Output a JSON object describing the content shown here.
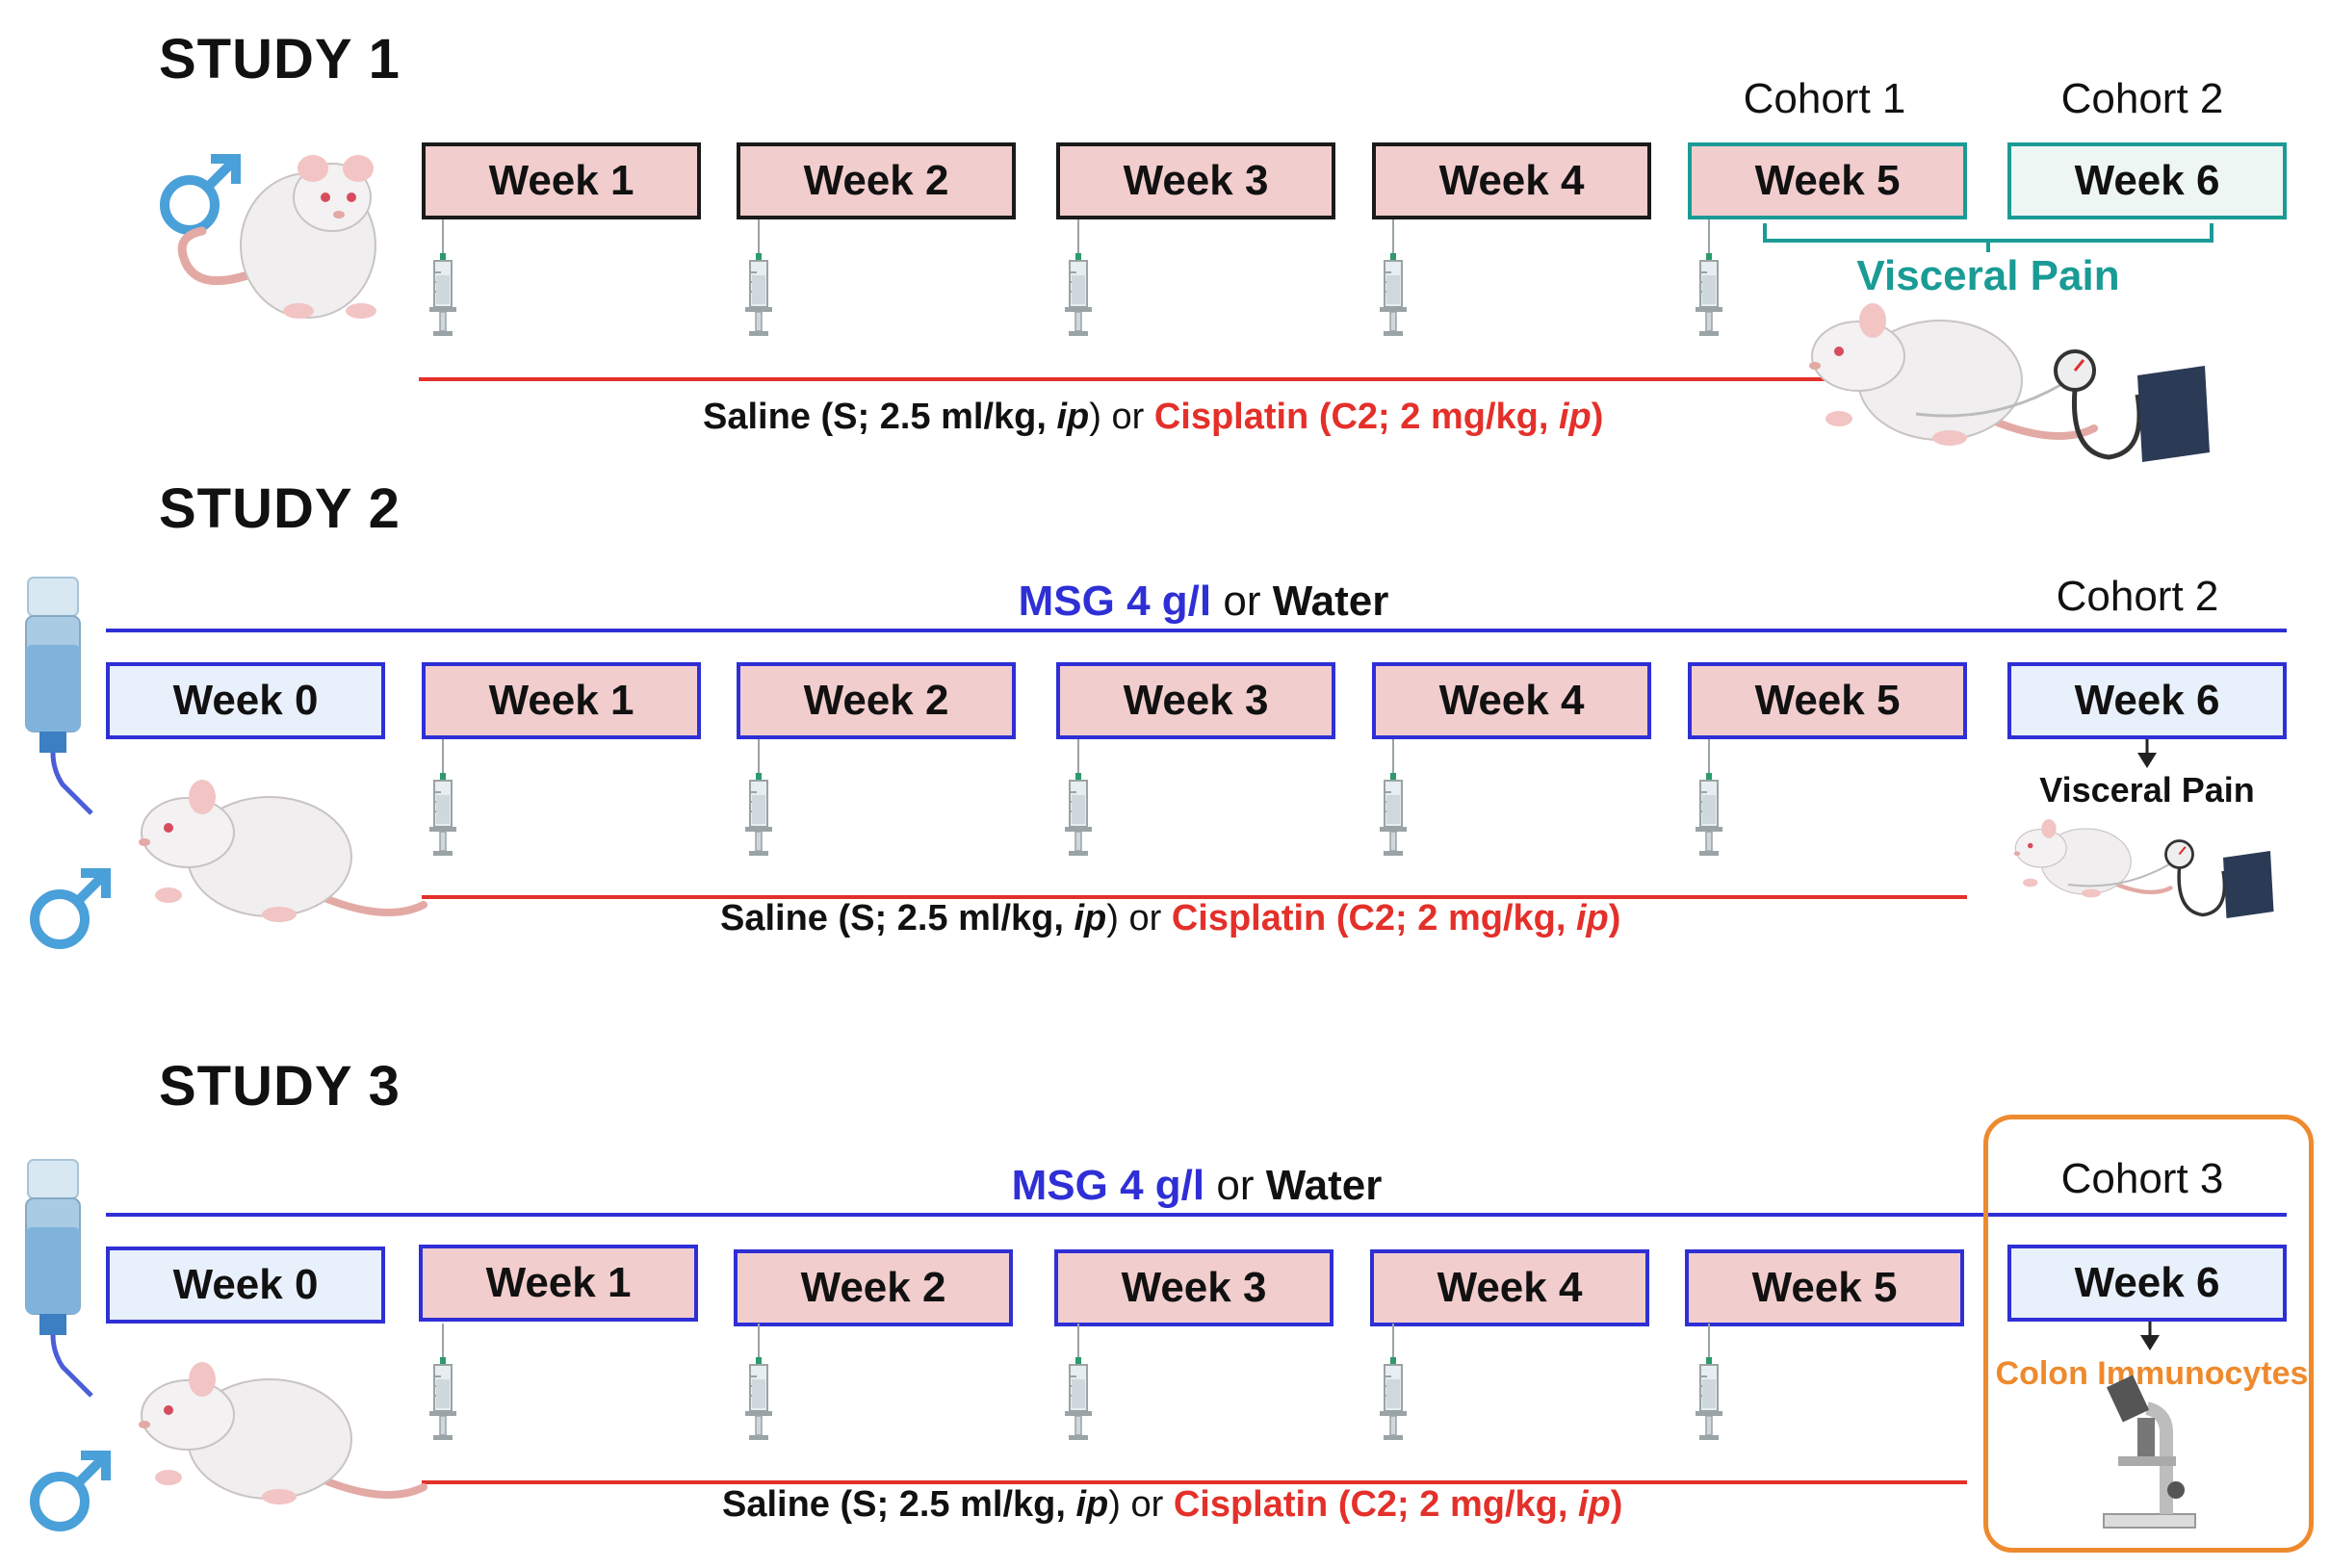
{
  "study1": {
    "title": "STUDY 1",
    "cohort_labels": [
      "Cohort 1",
      "Cohort 2"
    ],
    "weeks": [
      "Week 1",
      "Week 2",
      "Week 3",
      "Week 4",
      "Week 5",
      "Week 6"
    ],
    "outcome": "Visceral Pain",
    "treatment": {
      "part1": "Saline (S; 2.5 ml/kg, ",
      "ip1": "ip",
      "part2": ") or ",
      "cis": "Cisplatin (C2; 2 mg/kg, ",
      "ip2": "ip",
      "close": ")"
    }
  },
  "study2": {
    "title": "STUDY 2",
    "diet": {
      "msg": "MSG 4 g/l",
      "or": "or",
      "water": "Water"
    },
    "cohort_label": "Cohort 2",
    "weeks": [
      "Week 0",
      "Week 1",
      "Week 2",
      "Week 3",
      "Week 4",
      "Week 5",
      "Week 6"
    ],
    "outcome": "Visceral Pain",
    "treatment": {
      "part1": "Saline (S; 2.5 ml/kg, ",
      "ip1": "ip",
      "part2": ") or ",
      "cis": "Cisplatin (C2; 2 mg/kg, ",
      "ip2": "ip",
      "close": ")"
    }
  },
  "study3": {
    "title": "STUDY 3",
    "diet": {
      "msg": "MSG 4 g/l",
      "or": "or",
      "water": "Water"
    },
    "cohort_label": "Cohort 3",
    "weeks": [
      "Week 0",
      "Week 1",
      "Week 2",
      "Week 3",
      "Week 4",
      "Week 5",
      "Week 6"
    ],
    "outcome": "Colon Immunocytes",
    "treatment": {
      "part1": "Saline (S; 2.5 ml/kg, ",
      "ip1": "ip",
      "part2": ") or ",
      "cis": "Cisplatin (C2; 2 mg/kg, ",
      "ip2": "ip",
      "close": ")"
    }
  },
  "colors": {
    "week_pink": "#f2cdcd",
    "teal": "#1a9b95",
    "blue": "#2f2fd6",
    "red": "#e4302a",
    "orange": "#ee8a2e",
    "male_symbol": "#4aa0d8"
  },
  "icons": [
    "male-symbol-icon",
    "rat-icon",
    "syringe-icon",
    "water-bottle-icon",
    "pressure-gauge-icon",
    "microscope-icon"
  ]
}
